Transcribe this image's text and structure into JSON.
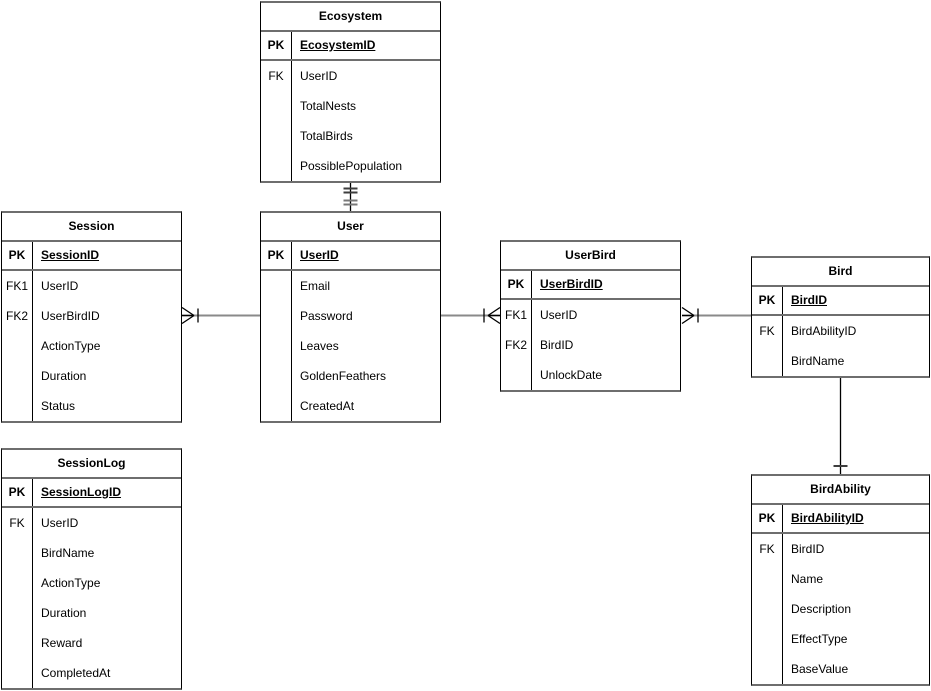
{
  "diagram": {
    "type": "entity-relationship-diagram",
    "background": "#ffffff",
    "colors": {
      "entity_border": "#000000",
      "row_divider": "#6e6e6e",
      "text": "#000000",
      "connector": "#000000"
    }
  },
  "entities": {
    "ecosystem": {
      "title": "Ecosystem",
      "pk_key": "PK",
      "pk_name": "EcosystemID",
      "fields": [
        {
          "key": "FK",
          "name": "UserID"
        },
        {
          "key": "",
          "name": "TotalNests"
        },
        {
          "key": "",
          "name": "TotalBirds"
        },
        {
          "key": "",
          "name": "PossiblePopulation"
        }
      ]
    },
    "session": {
      "title": "Session",
      "pk_key": "PK",
      "pk_name": "SessionID",
      "fields": [
        {
          "key": "FK1",
          "name": "UserID"
        },
        {
          "key": "FK2",
          "name": "UserBirdID"
        },
        {
          "key": "",
          "name": "ActionType"
        },
        {
          "key": "",
          "name": "Duration"
        },
        {
          "key": "",
          "name": "Status"
        }
      ]
    },
    "user": {
      "title": "User",
      "pk_key": "PK",
      "pk_name": "UserID",
      "fields": [
        {
          "key": "",
          "name": "Email"
        },
        {
          "key": "",
          "name": "Password"
        },
        {
          "key": "",
          "name": "Leaves"
        },
        {
          "key": "",
          "name": "GoldenFeathers"
        },
        {
          "key": "",
          "name": "CreatedAt"
        }
      ]
    },
    "userbird": {
      "title": "UserBird",
      "pk_key": "PK",
      "pk_name": "UserBirdID",
      "fields": [
        {
          "key": "FK1",
          "name": "UserID"
        },
        {
          "key": "FK2",
          "name": "BirdID"
        },
        {
          "key": "",
          "name": "UnlockDate"
        }
      ]
    },
    "bird": {
      "title": "Bird",
      "pk_key": "PK",
      "pk_name": "BirdID",
      "fields": [
        {
          "key": "FK",
          "name": "BirdAbilityID"
        },
        {
          "key": "",
          "name": "BirdName"
        }
      ]
    },
    "sessionlog": {
      "title": "SessionLog",
      "pk_key": "PK",
      "pk_name": "SessionLogID",
      "fields": [
        {
          "key": "FK",
          "name": "UserID"
        },
        {
          "key": "",
          "name": "BirdName"
        },
        {
          "key": "",
          "name": "ActionType"
        },
        {
          "key": "",
          "name": "Duration"
        },
        {
          "key": "",
          "name": "Reward"
        },
        {
          "key": "",
          "name": "CompletedAt"
        }
      ]
    },
    "birdability": {
      "title": "BirdAbility",
      "pk_key": "PK",
      "pk_name": "BirdAbilityID",
      "fields": [
        {
          "key": "FK",
          "name": "BirdID"
        },
        {
          "key": "",
          "name": "Name"
        },
        {
          "key": "",
          "name": "Description"
        },
        {
          "key": "",
          "name": "EffectType"
        },
        {
          "key": "",
          "name": "BaseValue"
        }
      ]
    }
  },
  "relationships": [
    {
      "from": "Ecosystem",
      "to": "User",
      "from_end": "one-and-only-one",
      "to_end": "one-and-only-one"
    },
    {
      "from": "Session",
      "to": "User",
      "from_end": "one-or-many",
      "to_end": "plain"
    },
    {
      "from": "User",
      "to": "UserBird",
      "from_end": "plain",
      "to_end": "one-or-many"
    },
    {
      "from": "UserBird",
      "to": "Bird",
      "from_end": "one-or-many",
      "to_end": "plain"
    },
    {
      "from": "Bird",
      "to": "BirdAbility",
      "from_end": "plain",
      "to_end": "one"
    }
  ]
}
